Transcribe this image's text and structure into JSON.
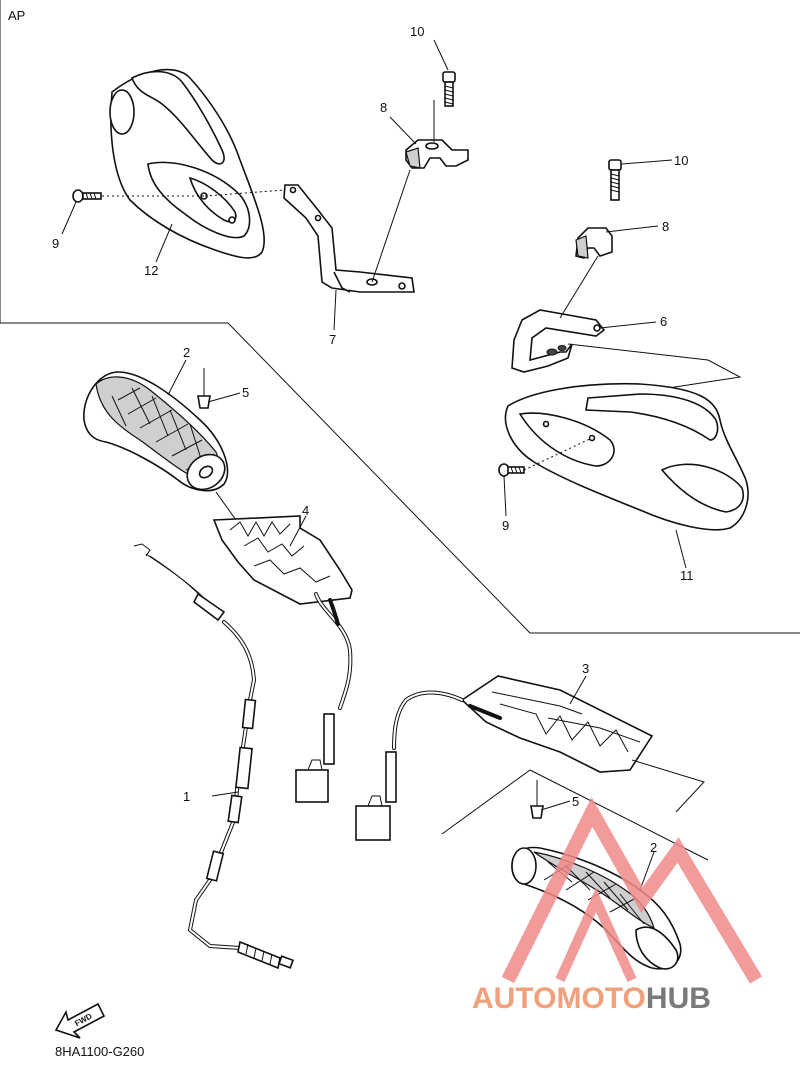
{
  "diagram": {
    "section_label": "AP",
    "code": "8HA1100-G260",
    "fwd_label": "FWD",
    "callouts": [
      "1",
      "2",
      "2",
      "3",
      "4",
      "5",
      "5",
      "6",
      "7",
      "8",
      "8",
      "9",
      "9",
      "10",
      "10",
      "11",
      "12"
    ]
  },
  "watermark": {
    "part1": "AUTO",
    "part2": "MOTO",
    "part3": "HUB",
    "color_main": "#f0a07a",
    "color_dark": "#7a7a7a",
    "triangle_color": "#f08a8a"
  }
}
